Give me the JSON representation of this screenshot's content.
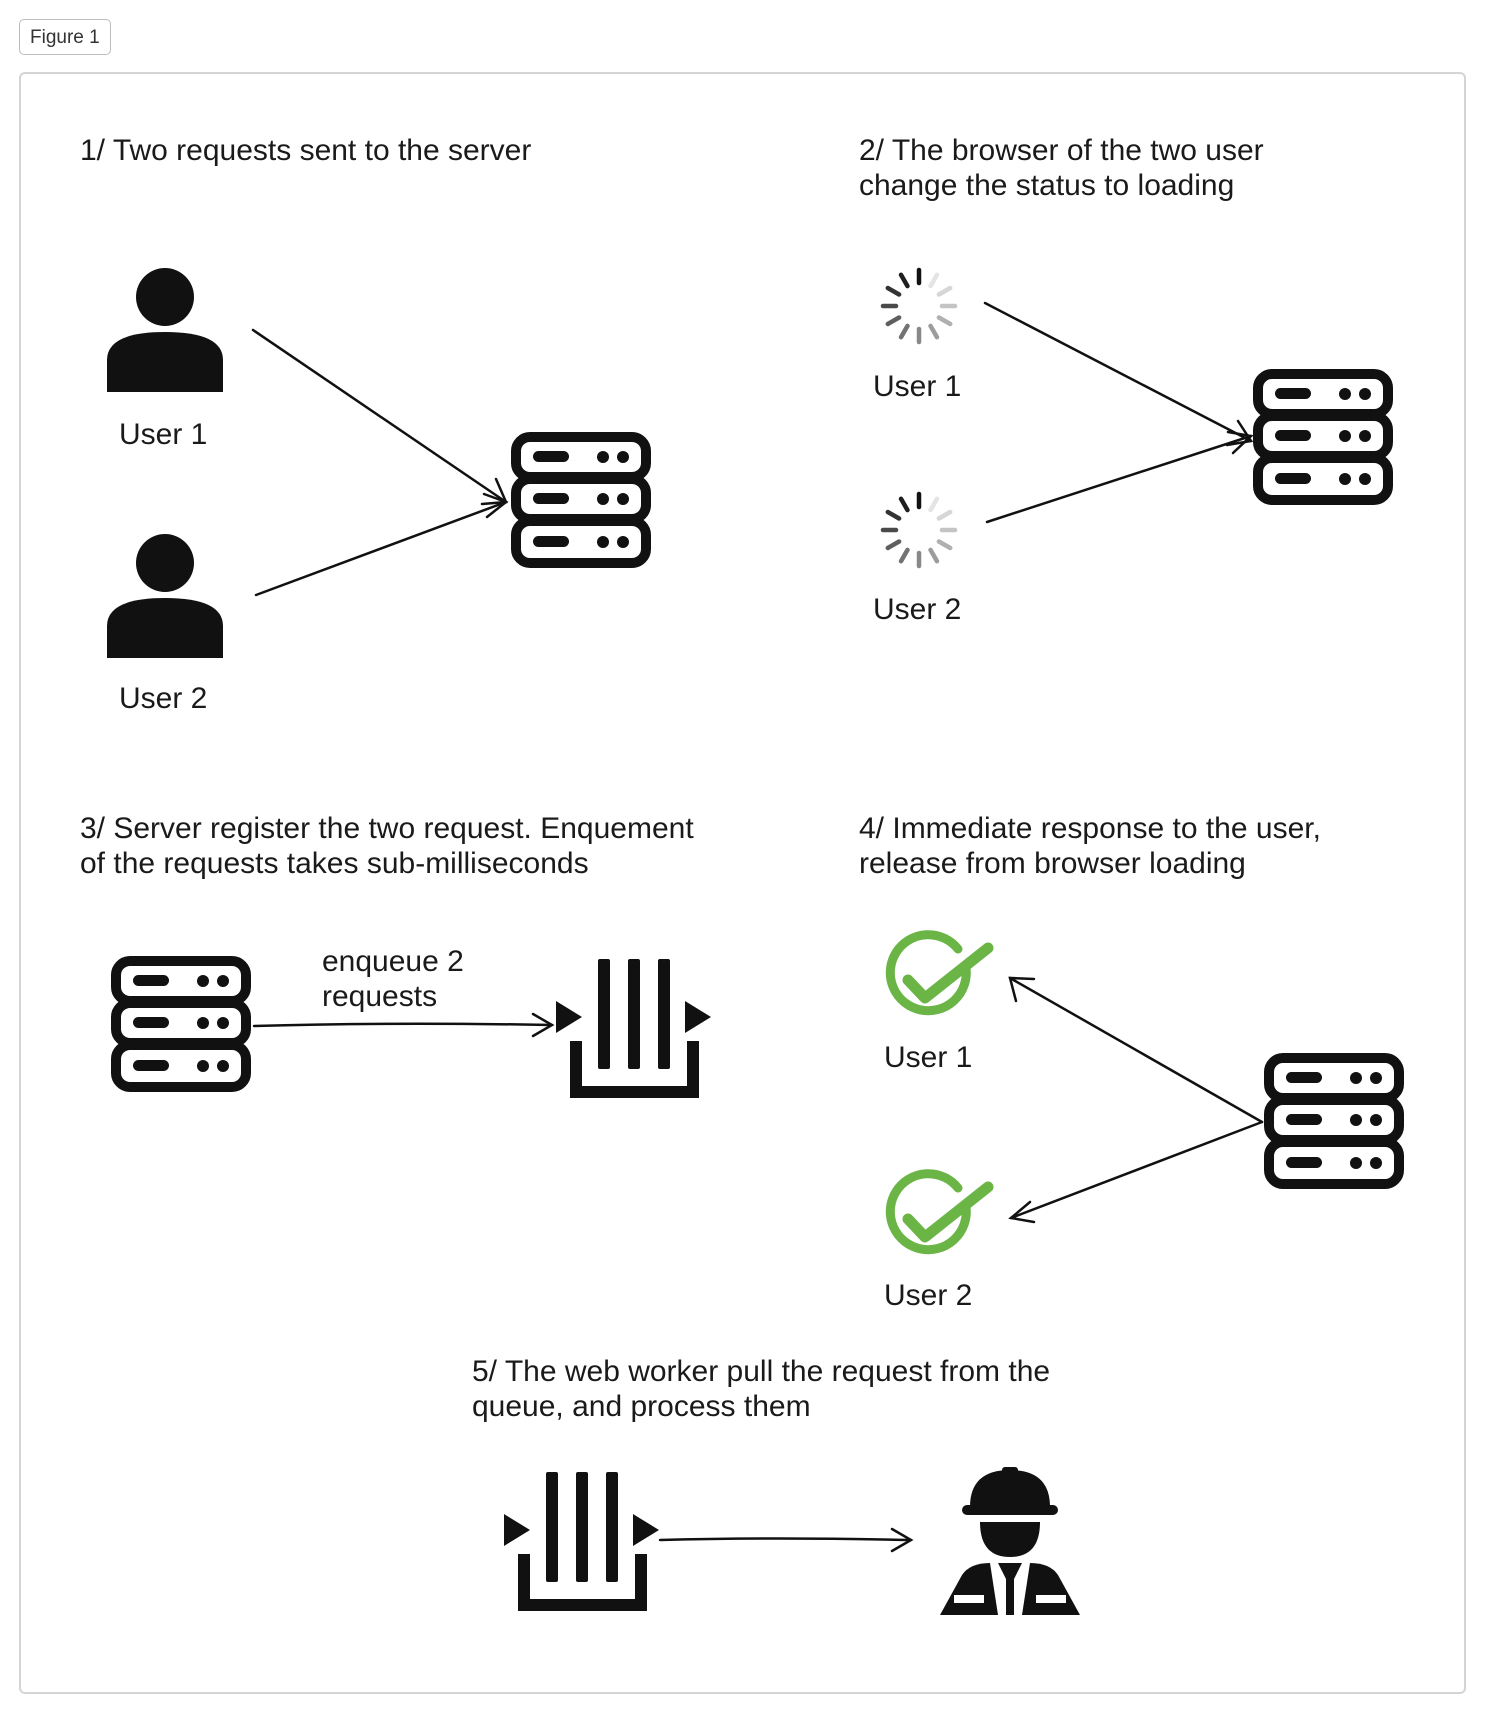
{
  "figure_tab": "Figure 1",
  "steps": {
    "s1": "1/ Two requests sent to the server",
    "s2": "2/ The browser of the two user\nchange the status to loading",
    "s3": "3/ Server register the two request. Enquement\nof the requests takes sub-milliseconds",
    "s4": "4/ Immediate response to the user,\nrelease from browser loading",
    "s5": "5/ The web worker pull the request from the\nqueue, and process them"
  },
  "labels": {
    "user1": "User 1",
    "user2": "User 2",
    "enqueue": "enqueue 2\nrequests"
  },
  "icons": [
    "user-icon",
    "server-icon",
    "spinner-icon",
    "queue-icon",
    "check-circle-icon",
    "worker-icon",
    "arrow"
  ],
  "colors": {
    "stroke": "#111111",
    "check_green": "#6ab545",
    "frame_border": "#d4d4d4"
  }
}
